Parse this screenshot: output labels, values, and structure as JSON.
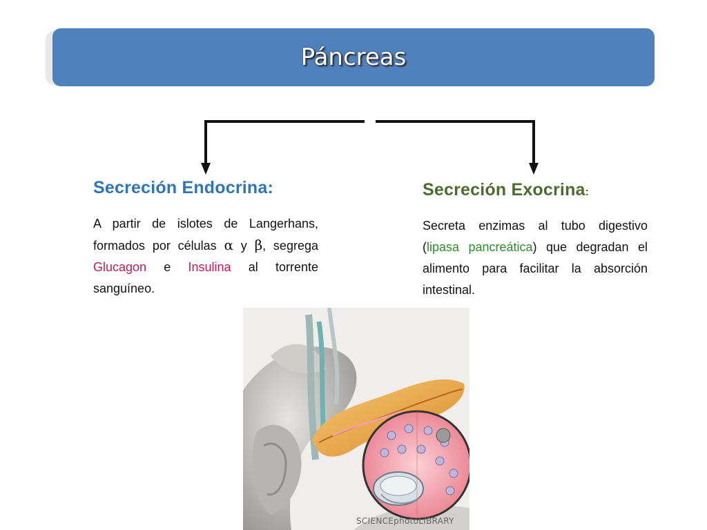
{
  "title": "Páncreas",
  "left": {
    "heading": "Secreción Endocrina",
    "heading_colon": ":",
    "p1": "A partir de islotes de Langerhans, formados por células ",
    "alpha": "α",
    "p2": " y ",
    "beta": "β",
    "p3": ", segrega ",
    "glucagon": "Glucagon",
    "p4": " e ",
    "insulina": "Insulina",
    "p5": " al torrente sanguíneo."
  },
  "right": {
    "heading": "Secreción Exocrina",
    "heading_colon": ":",
    "p1": "Secreta enzimas al tubo digestivo (",
    "lipasa": "lipasa pancreática",
    "p2": ") que degradan el alimento para facilitar la absorción intestinal."
  },
  "image": {
    "credit": "SCIENCEphotoLIBRARY"
  },
  "colors": {
    "title_bar": "#4f81bd",
    "endocrine_heading": "#2e75b6",
    "exocrine_heading": "#4e6b2f",
    "hormone_highlight": "#c2185b",
    "enzyme_highlight": "#2e8b2e"
  }
}
